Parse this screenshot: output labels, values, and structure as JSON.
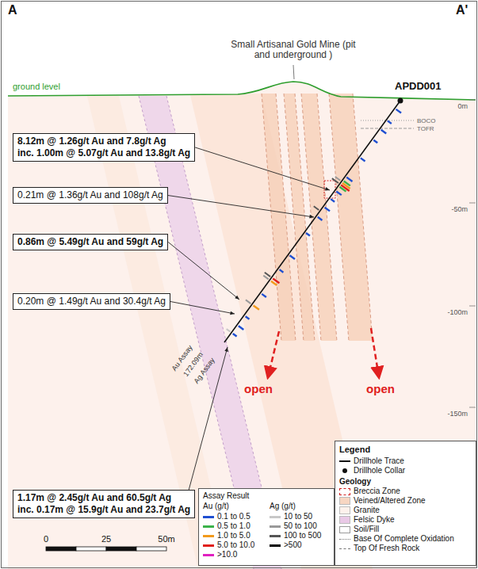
{
  "diagram": {
    "nodes": [
      {
        "text": [
          "8.12m @ 1.26g/t Au and 7.8g/t Ag",
          "inc. 1.00m @ 5.07g/t Au and 13.8g/t Ag"
        ]
      },
      {
        "text": [
          "0.21m @ 1.36g/t Au and 108g/t Ag"
        ]
      },
      {
        "text": [
          "0.86m @ 5.49g/t Au and 59g/t Ag"
        ]
      },
      {
        "text": [
          "0.20m @ 1.49g/t Au and 30.4g/t Ag"
        ]
      },
      {
        "text": [
          "1.17m @ 2.45g/t Au and 60.5g/t Ag",
          "inc. 0.17m @ 15.9g/t Au and 23.7g/t Ag"
        ]
      }
    ],
    "labels": [
      "A",
      "A'",
      "Small Artisanal Gold Mine (pit and underground )",
      "ground level",
      "APDD001",
      "BOCO",
      "TOFR",
      "0m",
      "-50m",
      "-100m",
      "-150m",
      "open",
      "open",
      "Au Assay",
      "172.09m",
      "Ag Assay",
      "0",
      "25",
      "50m",
      "Legend",
      "Geology",
      "Assay Result",
      "Au (g/t)",
      "Ag (g/t)"
    ],
    "legend": [
      {
        "text": "Drillhole Trace"
      },
      {
        "text": "Drillhole Collar"
      },
      {
        "text": "Breccia Zone"
      },
      {
        "text": "Veined/Altered Zone",
        "color": "#f7d6c2"
      },
      {
        "text": "Granite",
        "color": "#fdf1ec"
      },
      {
        "text": "Felsic Dyke",
        "color": "#e9c9e6"
      },
      {
        "text": "Soil/Fill"
      },
      {
        "text": "Base Of Complete Oxidation"
      },
      {
        "text": "Top Of Fresh Rock"
      },
      {
        "text": "0.1 to 0.5",
        "color": "#1f4fd1"
      },
      {
        "text": "0.5 to 1.0",
        "color": "#3bb24a"
      },
      {
        "text": "1.0 to 5.0",
        "color": "#f29a1c"
      },
      {
        "text": "5.0 to 10.0",
        "color": "#e0201c"
      },
      {
        "text": ">10.0",
        "color": "#e020c0"
      },
      {
        "text": "10 to 50",
        "color": "#c8c8c8"
      },
      {
        "text": "50 to 100",
        "color": "#999999"
      },
      {
        "text": "100 to 500",
        "color": "#555555"
      },
      {
        "text": ">500",
        "color": "#000000"
      }
    ]
  }
}
